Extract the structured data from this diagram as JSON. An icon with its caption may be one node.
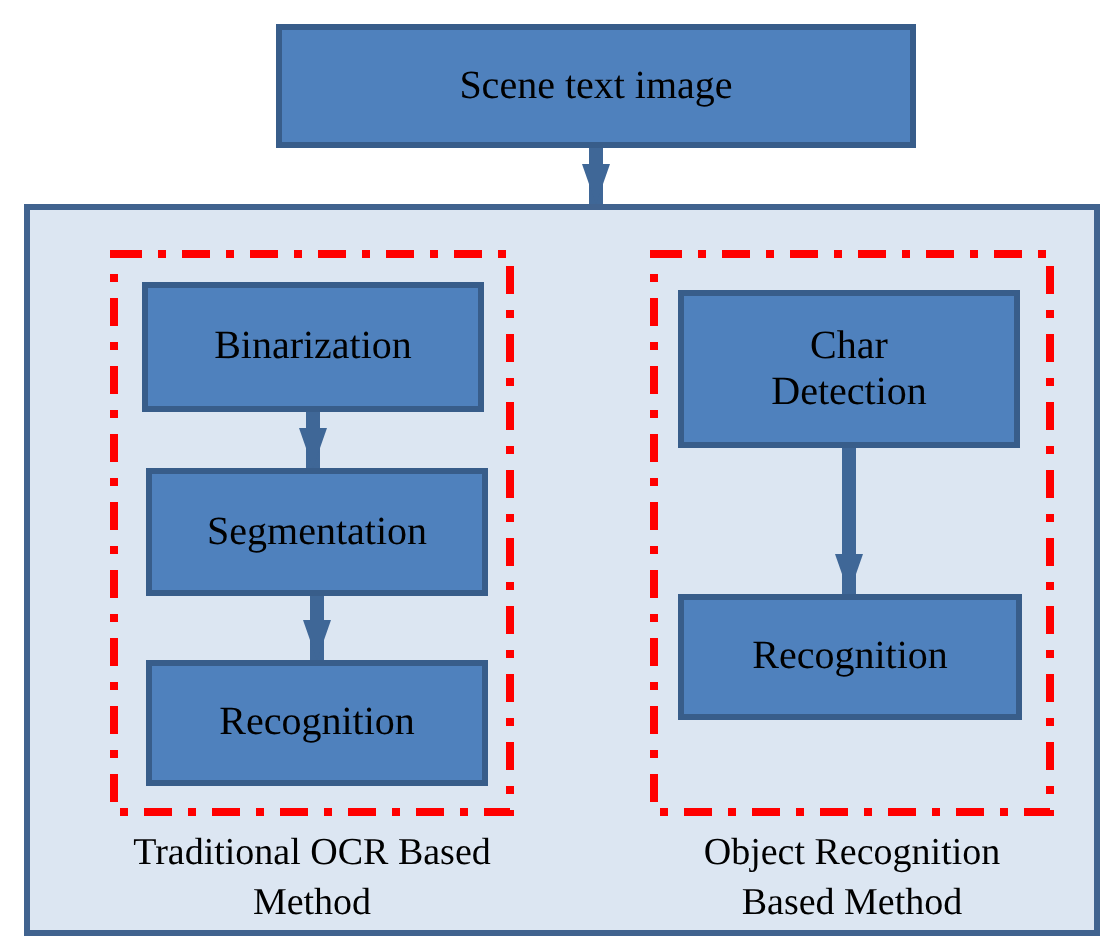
{
  "diagram": {
    "nodes": [
      {
        "text": [
          "Scene text image"
        ]
      },
      {
        "text": [],
        "shape": "box"
      },
      {
        "text": [
          "Traditional OCR Based Method"
        ],
        "in": 1
      },
      {
        "text": [
          "Binarization"
        ],
        "in": 2
      },
      {
        "text": [
          "Segmentation"
        ],
        "in": 2
      },
      {
        "text": [
          "Recognition"
        ],
        "in": 2
      },
      {
        "text": [
          "Object Recognition Based Method"
        ],
        "in": 1
      },
      {
        "text": [
          "Char Detection"
        ],
        "in": 6
      },
      {
        "text": [
          "Recognition"
        ],
        "in": 6
      }
    ],
    "edges": [
      {
        "from": 0,
        "to": 1,
        "arrow": "to"
      },
      {
        "from": 3,
        "to": 4,
        "arrow": "to"
      },
      {
        "from": 4,
        "to": 5,
        "arrow": "to"
      },
      {
        "from": 7,
        "to": 8,
        "arrow": "to"
      }
    ]
  }
}
